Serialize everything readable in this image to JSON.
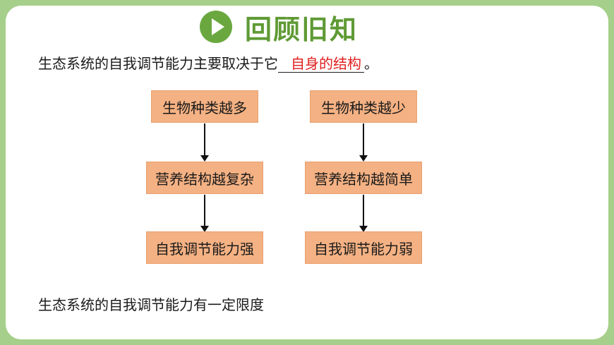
{
  "title": "回顾旧知",
  "statement": {
    "prefix": "生态系统的自我调节能力主要取决于它",
    "answer": "自身的结构",
    "suffix": "。"
  },
  "flow_left": [
    "生物种类越多",
    "营养结构越复杂",
    "自我调节能力强"
  ],
  "flow_right": [
    "生物种类越少",
    "营养结构越简单",
    "自我调节能力弱"
  ],
  "note": "生态系统的自我调节能力有一定限度",
  "icons": {
    "title_icon": "play-icon"
  },
  "colors": {
    "accent": "#6aa83f",
    "box_fill": "#f4b183",
    "answer": "#e02020",
    "frame": "#a5cf8a"
  }
}
